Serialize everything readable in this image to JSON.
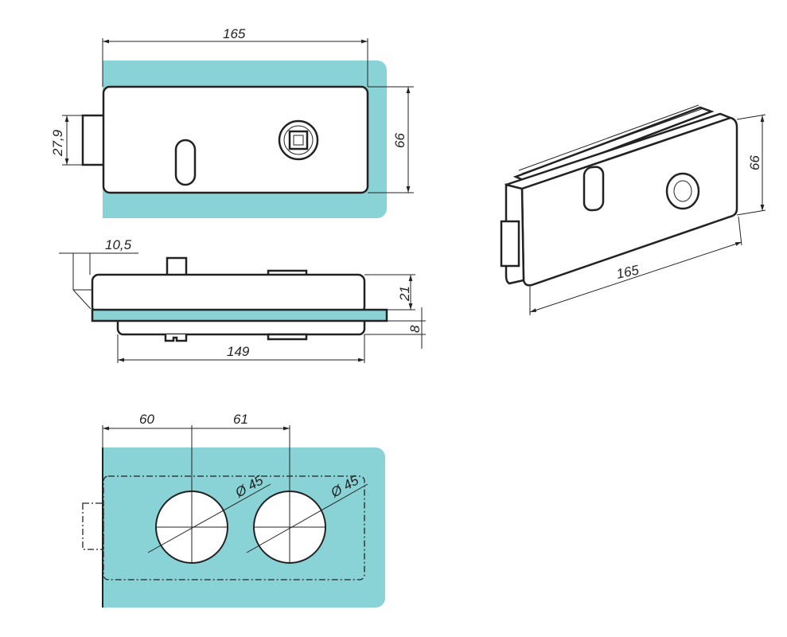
{
  "colors": {
    "glass": "#89d3d6",
    "line": "#222222"
  },
  "front_view": {
    "width_label": "165",
    "strike_height_label": "27,9",
    "height_label": "66"
  },
  "side_view": {
    "offset_label": "10,5",
    "depth_label": "21",
    "glass_label": "8",
    "back_width_label": "149"
  },
  "cutout_view": {
    "dist1_label": "60",
    "dist2_label": "61",
    "hole1_label": "Ø 45",
    "hole2_label": "Ø 45"
  },
  "iso_view": {
    "height_label": "66",
    "width_label": "165"
  }
}
